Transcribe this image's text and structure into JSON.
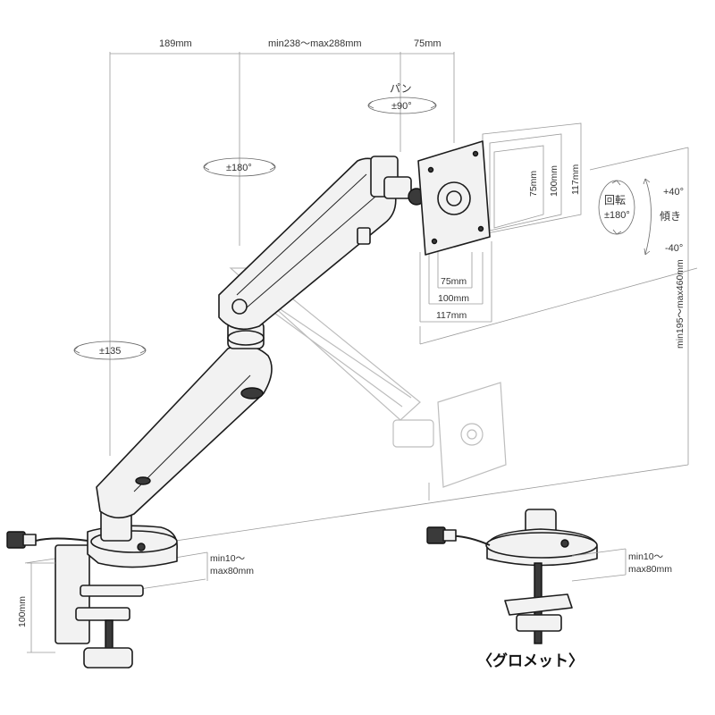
{
  "dimensions": {
    "top_left": "189mm",
    "top_middle": "min238～max288mm",
    "top_right": "75mm",
    "vesa_v_inner": "75mm",
    "vesa_v_mid": "100mm",
    "vesa_v_outer": "117mm",
    "vesa_h_inner": "75mm",
    "vesa_h_mid": "100mm",
    "vesa_h_outer": "117mm",
    "height_range": "min195～max460mm",
    "clamp_height": "100mm",
    "desk_thickness_1": "min10～",
    "desk_thickness_2": "max80mm",
    "grommet_thickness_1": "min10～",
    "grommet_thickness_2": "max80mm"
  },
  "rotations": {
    "pan_label": "パン",
    "pan_value": "±90°",
    "arm_upper": "±180°",
    "base": "±135",
    "rotate_label": "回転",
    "rotate_value": "±180°",
    "tilt_label": "傾き",
    "tilt_up": "+40°",
    "tilt_down": "-40°"
  },
  "caption": "〈グロメット〉"
}
